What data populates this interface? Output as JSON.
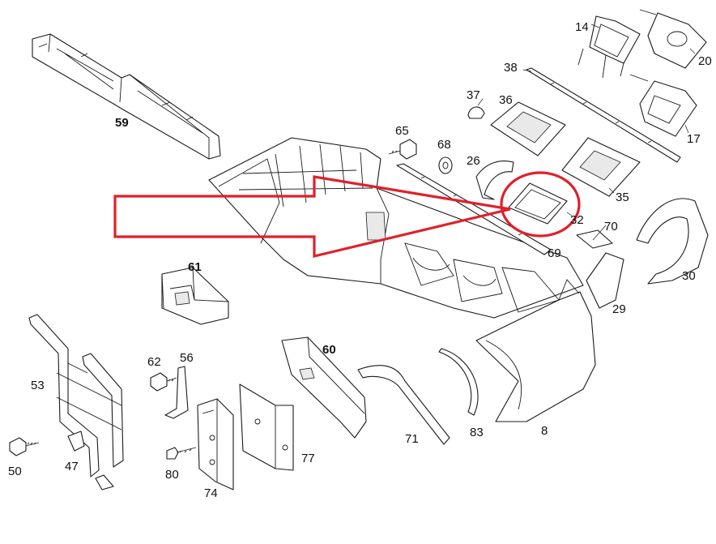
{
  "callouts": {
    "c59": "59",
    "c65": "65",
    "c68": "68",
    "c37": "37",
    "c36": "36",
    "c38": "38",
    "c14": "14",
    "c20": "20",
    "c17": "17",
    "c26": "26",
    "c35": "35",
    "c32": "32",
    "c70": "70",
    "c69": "69",
    "c30": "30",
    "c29": "29",
    "c61": "61",
    "c60": "60",
    "c62": "62",
    "c56": "56",
    "c53": "53",
    "c50": "50",
    "c47": "47",
    "c80": "80",
    "c74": "74",
    "c77": "77",
    "c71": "71",
    "c83": "83",
    "c8": "8"
  },
  "highlight": {
    "color": "#e0202a",
    "target_part": "32"
  },
  "colors": {
    "line": "#1a1a1a",
    "background": "#ffffff"
  }
}
